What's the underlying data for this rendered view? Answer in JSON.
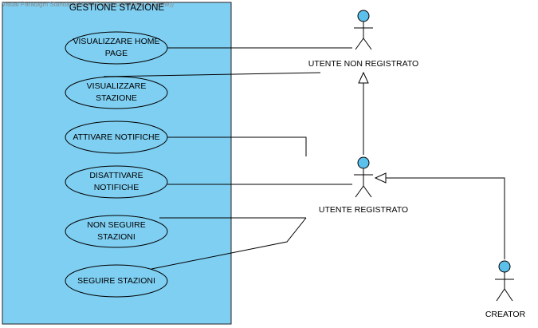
{
  "watermark": "Visual Paradigm Standard(Bruno Remo(University of Rome))",
  "system": {
    "title": "GESTIONE STAZIONE"
  },
  "use_cases": [
    {
      "label": "VISUALIZZARE HOME\nPAGE"
    },
    {
      "label": "VISUALIZZARE\nSTAZIONE"
    },
    {
      "label": "ATTIVARE NOTIFICHE"
    },
    {
      "label": "DISATTIVARE\nNOTIFICHE"
    },
    {
      "label": "NON SEGUIRE\nSTAZIONI"
    },
    {
      "label": "SEGUIRE STAZIONI"
    }
  ],
  "actors": [
    {
      "label": "UTENTE NON REGISTRATO"
    },
    {
      "label": "UTENTE REGISTRATO"
    },
    {
      "label": "CREATOR"
    }
  ],
  "colors": {
    "system_fill": "#7fcff2",
    "usecase_fill": "#7fcff2",
    "actor_head": "#5bc0ea",
    "line": "#000000"
  }
}
